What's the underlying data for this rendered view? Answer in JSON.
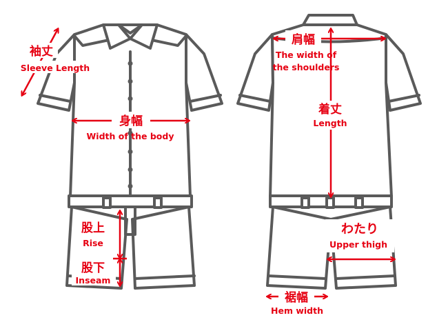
{
  "colors": {
    "accent": "#e60012",
    "outline": "#5a5a5a",
    "fill": "#ffffff"
  },
  "front": {
    "sleeve": {
      "jp": "袖丈",
      "en": "Sleeve Length"
    },
    "body_width": {
      "jp": "身幅",
      "en": "Width of the body"
    },
    "rise": {
      "jp": "股上",
      "en": "Rise"
    },
    "inseam": {
      "jp": "股下",
      "en": "Inseam"
    }
  },
  "back": {
    "shoulder": {
      "jp": "肩幅",
      "en1": "The width of",
      "en2": "the shoulders"
    },
    "length": {
      "jp": "着丈",
      "en": "Length"
    },
    "thigh": {
      "jp": "わたり",
      "en": "Upper thigh"
    },
    "hem": {
      "jp": "裾幅",
      "en": "Hem width"
    }
  }
}
